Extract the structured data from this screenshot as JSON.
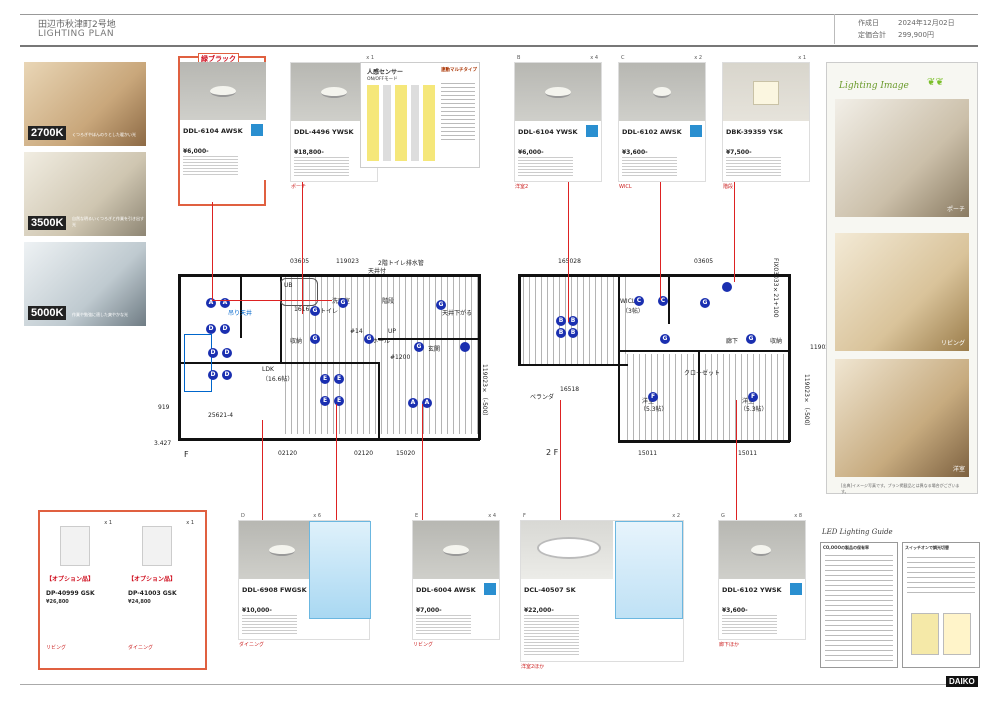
{
  "header": {
    "address": "田辺市秋津町2号地",
    "title": "LIGHTING PLAN",
    "date_label": "作成日",
    "date_value": "2024年12月02日",
    "price_label": "定価合計",
    "price_value": "299,900円"
  },
  "color_temps": [
    {
      "label": "2700K",
      "desc": "くつろぎやほんのりとした暖かい光"
    },
    {
      "label": "3500K",
      "desc": "自然な明るいくつろぎと作業を引き出す光"
    },
    {
      "label": "5000K",
      "desc": "作業や勉強に適した爽やかな光"
    }
  ],
  "cards_top": [
    {
      "letter": "",
      "qty": "",
      "tag": "緑ブラック",
      "model": "DDL-6104 AWSK",
      "price": "¥6,000-",
      "room": ""
    },
    {
      "letter": "",
      "qty": "x 1",
      "tag": "",
      "model": "DDL-4496 YWSK",
      "price": "¥18,800-",
      "room": "ポーチ"
    },
    {
      "letter": "B",
      "qty": "x 4",
      "tag": "",
      "model": "DDL-6104 YWSK",
      "price": "¥6,000-",
      "room": "洋室2"
    },
    {
      "letter": "C",
      "qty": "x 2",
      "tag": "",
      "model": "DDL-6102 AWSK",
      "price": "¥3,600-",
      "room": "WICL"
    },
    {
      "letter": "",
      "qty": "x 1",
      "tag": "",
      "model": "DBK-39359 YSK",
      "price": "¥7,500-",
      "room": "階段"
    }
  ],
  "sensor": {
    "title": "人感センサー",
    "sub": "ON/OFFモード",
    "right_title": "連動マルチタイプ"
  },
  "plan": {
    "dims_top": [
      "03605",
      "119023",
      "2階トイレ排水管",
      "天井付",
      "165028",
      "03605"
    ],
    "labels": [
      "UB",
      "1616",
      "トイレ",
      "洗面室",
      "階段",
      "吊り天井",
      "天井下がる",
      "#14",
      "ホール",
      "玄関",
      "LDK",
      "（16.6帖）",
      "UP",
      "収納",
      "#1200",
      "WICL",
      "（3帖）",
      "廊下",
      "収納",
      "ベランダ",
      "クローゼット",
      "洋室",
      "（5.3帖）",
      "洋室",
      "（5.3帖）",
      "16518",
      "F",
      "2 F",
      "02120",
      "02120",
      "15020",
      "919",
      "3.427",
      "25621-4",
      "119023",
      "15011",
      "15011"
    ],
    "vert_text": [
      "119023×（-500）",
      "FIX03033×21+100",
      "119023×（-500）"
    ]
  },
  "cards_bottom": [
    {
      "letter": "D",
      "qty": "x 6",
      "model": "DDL-6908 FWGSK",
      "price": "¥10,000-",
      "room": "ダイニング"
    },
    {
      "letter": "E",
      "qty": "x 4",
      "model": "DDL-6004 AWSK",
      "price": "¥7,000-",
      "room": "リビング"
    },
    {
      "letter": "F",
      "qty": "x 2",
      "model": "DCL-40507 SK",
      "price": "¥22,000-",
      "room": "洋室2ほか"
    },
    {
      "letter": "G",
      "qty": "x 8",
      "model": "DDL-6102 YWSK",
      "price": "¥3,600-",
      "room": "廊下ほか"
    }
  ],
  "switches": [
    {
      "qty": "x 1",
      "opt": "【オプション品】",
      "model": "DP-40999 GSK",
      "price": "¥26,800",
      "room": "リビング"
    },
    {
      "qty": "x 1",
      "opt": "【オプション品】",
      "model": "DP-41003 GSK",
      "price": "¥24,800",
      "room": "ダイニング"
    }
  ],
  "lighting_image": {
    "title": "Lighting Image",
    "rooms": [
      "ポーチ",
      "リビング",
      "洋室"
    ],
    "note": "[出典]イメージ写真です。プラン掲載品とは異なる場合がございます。"
  },
  "guide": {
    "title": "LED  Lighting  Guide",
    "box1": "CO,OOOの製品の保有率",
    "box2": "スイッチオンで調光切替"
  },
  "brand": "DAIKO",
  "colors": {
    "marker": "#1a2fb0",
    "accent": "#d22",
    "highlight": "#e06040"
  }
}
